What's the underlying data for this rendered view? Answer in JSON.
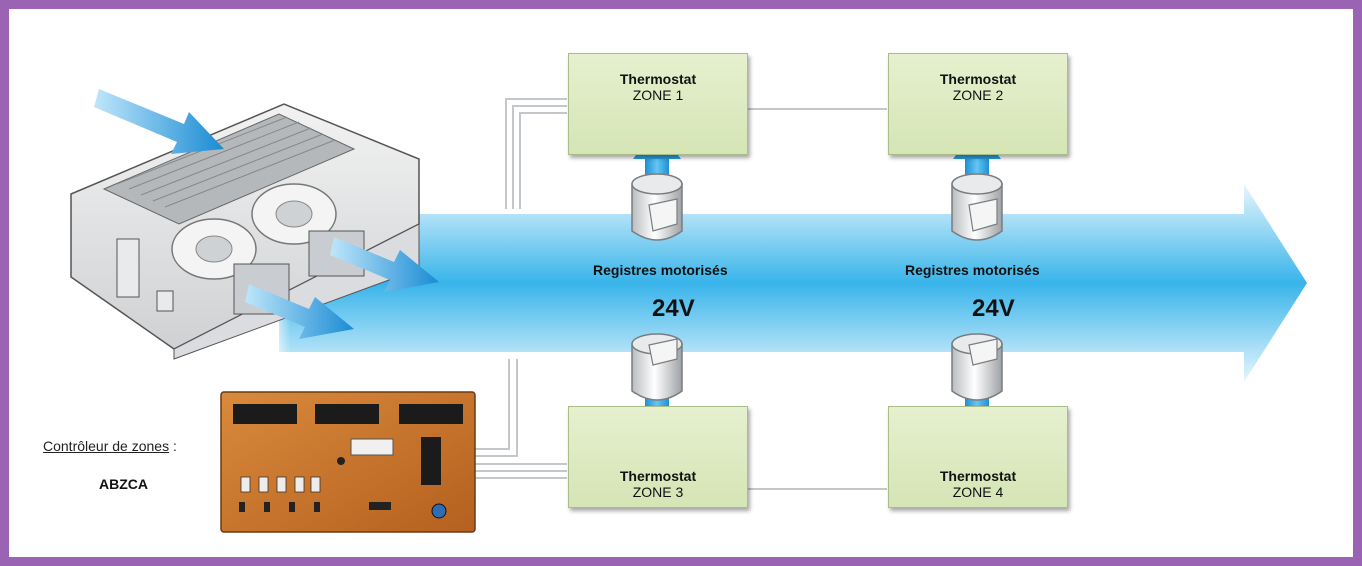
{
  "zones": [
    {
      "title": "Thermostat",
      "zone": "ZONE 1"
    },
    {
      "title": "Thermostat",
      "zone": "ZONE 2"
    },
    {
      "title": "Thermostat",
      "zone": "ZONE 3"
    },
    {
      "title": "Thermostat",
      "zone": "ZONE 4"
    }
  ],
  "dampers": {
    "label_left": "Registres motorisés",
    "label_right": "Registres motorisés"
  },
  "voltage": {
    "left": "24V",
    "right": "24V"
  },
  "controller": {
    "caption": "Contrôleur de zones",
    "separator": " :",
    "model": "ABZCA"
  },
  "colors": {
    "frame": "#9b63b3",
    "thermostat_box": "#d5e5b5",
    "airflow": "#35aee5"
  }
}
